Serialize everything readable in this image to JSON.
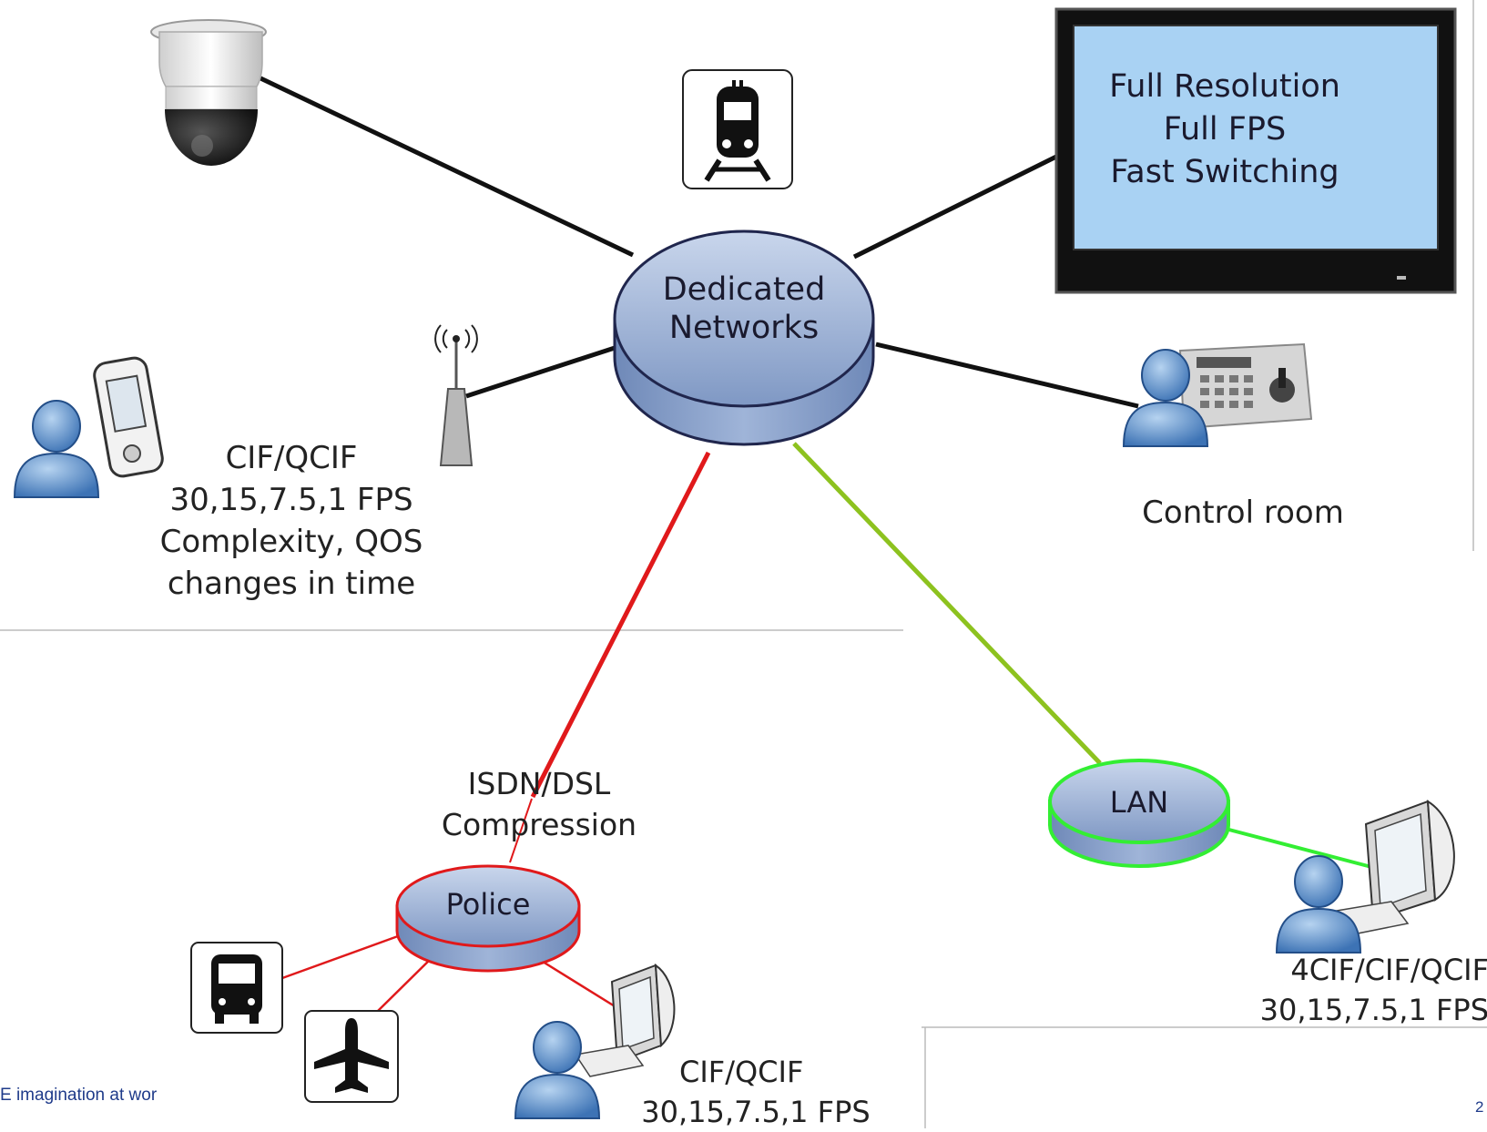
{
  "hub": {
    "line1": "Dedicated",
    "line2": "Networks"
  },
  "monitor": {
    "lines": [
      "Full Resolution",
      "Full FPS",
      "Fast Switching"
    ]
  },
  "mobile": {
    "lines": [
      "CIF/QCIF",
      "30,15,7.5,1 FPS",
      "Complexity, QOS",
      "changes in time"
    ]
  },
  "control_room": {
    "label": "Control room"
  },
  "lan": {
    "label": "LAN",
    "caption": [
      "4CIF/CIF/QCIF",
      "30,15,7.5,1 FPS"
    ]
  },
  "police": {
    "label": "Police",
    "caption": [
      "CIF/QCIF",
      "30,15,7.5,1 FPS"
    ]
  },
  "link_isdn": {
    "lines": [
      "ISDN/DSL",
      "Compression"
    ]
  },
  "footer": {
    "brand_text": "E imagination at wor",
    "page_number": "2"
  },
  "colors": {
    "node_fill": "#8aa3cc",
    "isdn_link": "#e0191b",
    "lan_link": "#8dc21f",
    "lan_ring": "#33ee33",
    "police_ring": "#e0191b",
    "monitor_screen": "#a9d2f3"
  },
  "icons": [
    "dome-camera-icon",
    "train-icon",
    "monitor-icon",
    "antenna-icon",
    "mobile-phone-icon",
    "user-icon",
    "control-keyboard-icon",
    "bus-icon",
    "airplane-icon",
    "desktop-computer-icon"
  ]
}
